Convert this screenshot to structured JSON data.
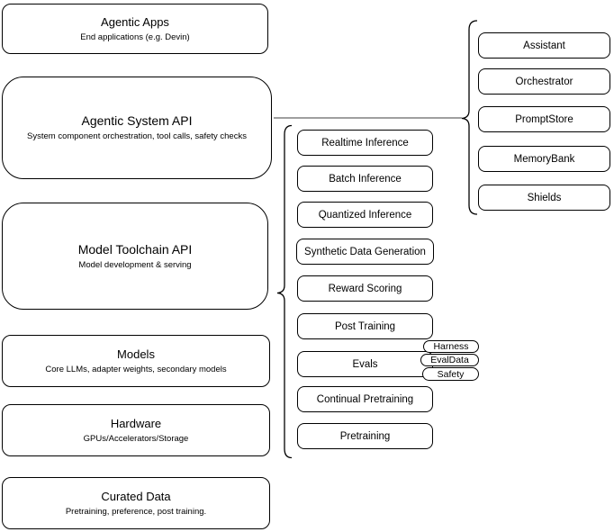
{
  "diagram": {
    "left_column": [
      {
        "title": "Agentic Apps",
        "subtitle": "End applications (e.g. Devin)"
      },
      {
        "title": "Agentic System API",
        "subtitle": "System component orchestration, tool calls, safety checks"
      },
      {
        "title": "Model Toolchain API",
        "subtitle": "Model development & serving"
      },
      {
        "title": "Models",
        "subtitle": "Core LLMs, adapter weights, secondary models"
      },
      {
        "title": "Hardware",
        "subtitle": "GPUs/Accelerators/Storage"
      },
      {
        "title": "Curated Data",
        "subtitle": "Pretraining, preference, post training."
      }
    ],
    "toolchain_items": [
      "Realtime Inference",
      "Batch Inference",
      "Quantized Inference",
      "Synthetic Data Generation",
      "Reward Scoring",
      "Post Training",
      "Evals",
      "Continual Pretraining",
      "Pretraining"
    ],
    "eval_pills": [
      "Harness",
      "EvalData",
      "Safety"
    ],
    "system_components": [
      "Assistant",
      "Orchestrator",
      "PromptStore",
      "MemoryBank",
      "Shields"
    ],
    "colors": {
      "stroke": "#000000",
      "connector_line": "#666666",
      "background": "#ffffff"
    }
  }
}
